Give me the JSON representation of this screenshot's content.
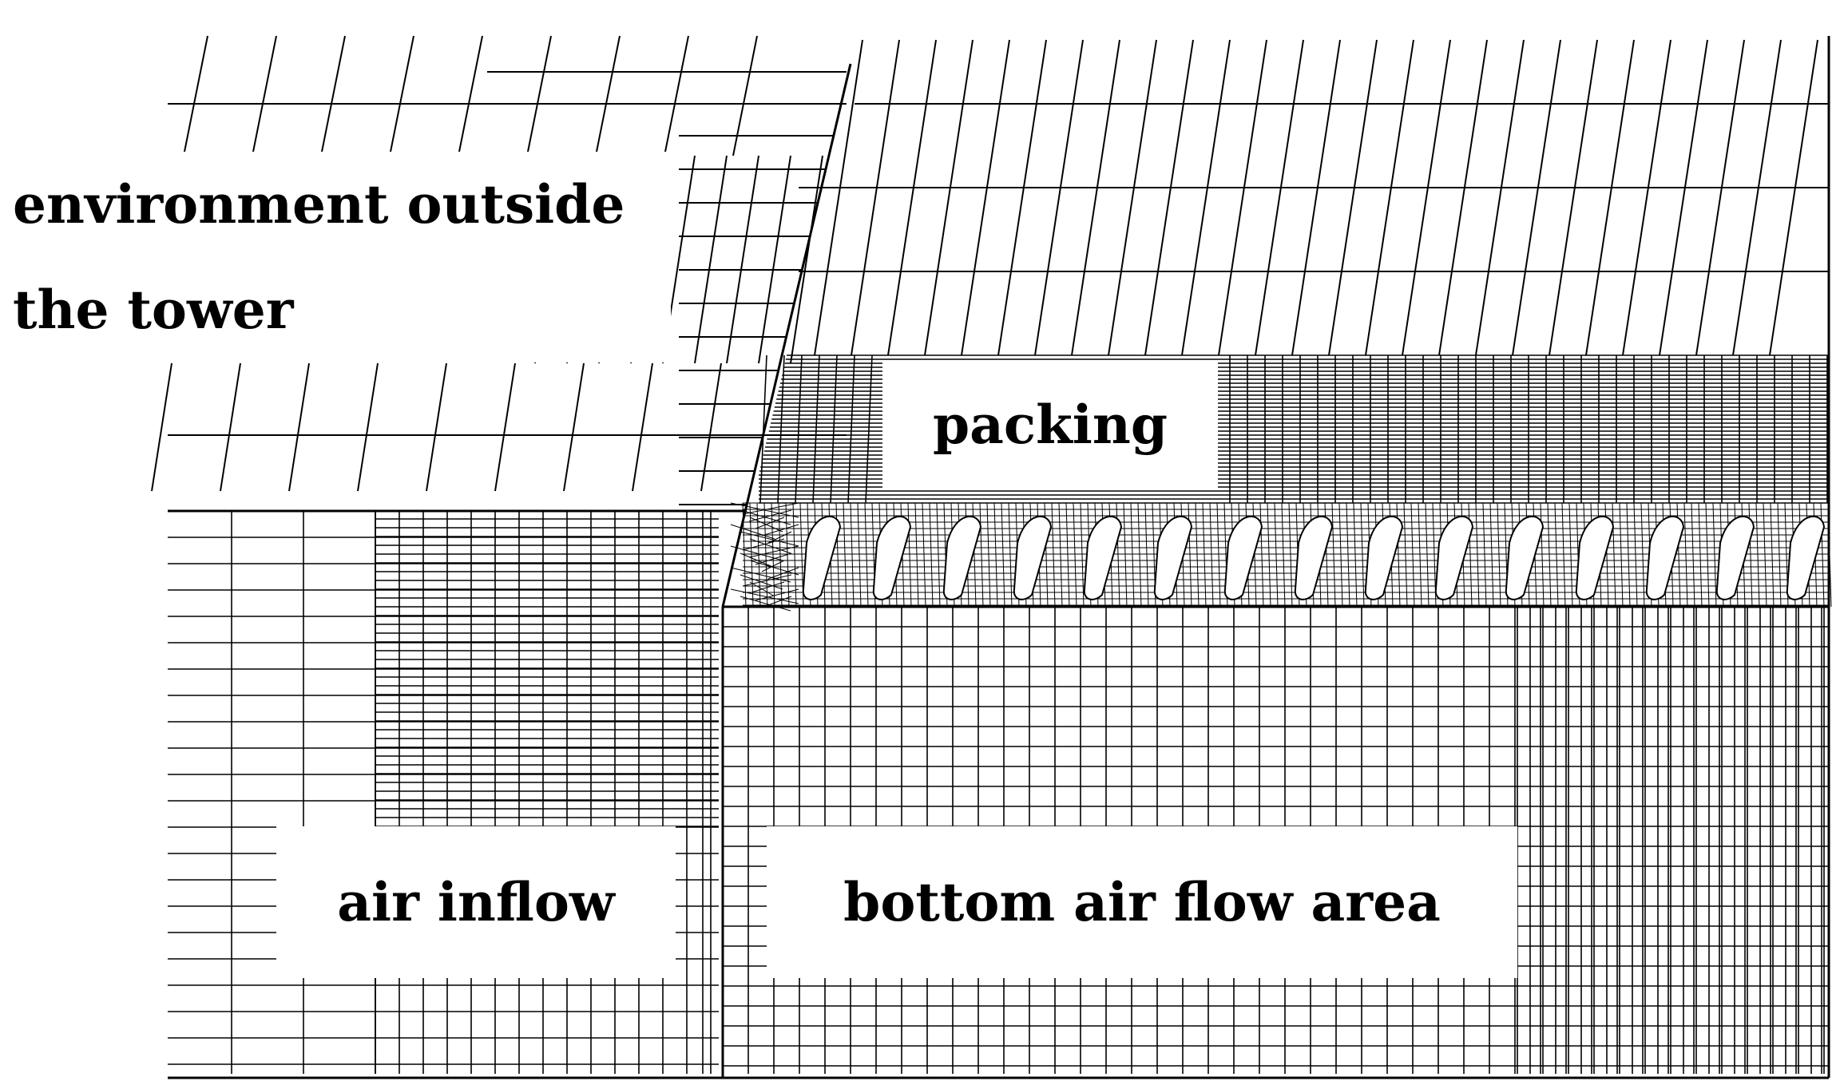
{
  "labels": {
    "environment_line1": "environment outside",
    "environment_line2": "the tower",
    "packing": "packing",
    "air_inflow": "air inflow",
    "bottom_air_flow_area": "bottom air flow area"
  },
  "colors": {
    "mesh_line": "#000000",
    "background": "#ffffff"
  }
}
